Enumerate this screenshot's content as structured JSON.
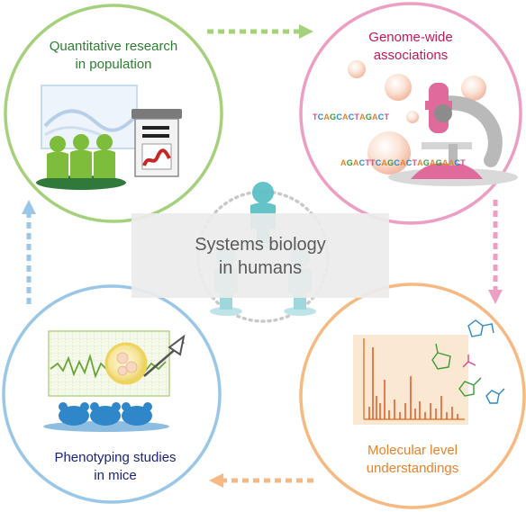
{
  "title": {
    "line1": "Systems biology",
    "line2": "in humans"
  },
  "stages": [
    {
      "line1": "Quantitative research",
      "line2": "in population",
      "color": "#2e7d32"
    },
    {
      "line1": "Genome-wide",
      "line2": "associations",
      "color": "#c2185b"
    },
    {
      "line1": "Molecular level",
      "line2": "understandings",
      "color": "#e8822a"
    },
    {
      "line1": "Phenotyping studies",
      "line2": "in mice",
      "color": "#1a237e"
    }
  ],
  "sequences": [
    "TCAGCACTAGACT",
    "AGACTTCAGCACTAGAGAACT"
  ],
  "colors": {
    "green_ring": "#a6d17c",
    "pink_ring": "#ec9fc3",
    "orange_ring": "#f6b981",
    "blue_ring": "#9ac7e8",
    "figure": "#5cbfc7",
    "mouse": "#2f86c9",
    "person": "#7ebc3c"
  }
}
